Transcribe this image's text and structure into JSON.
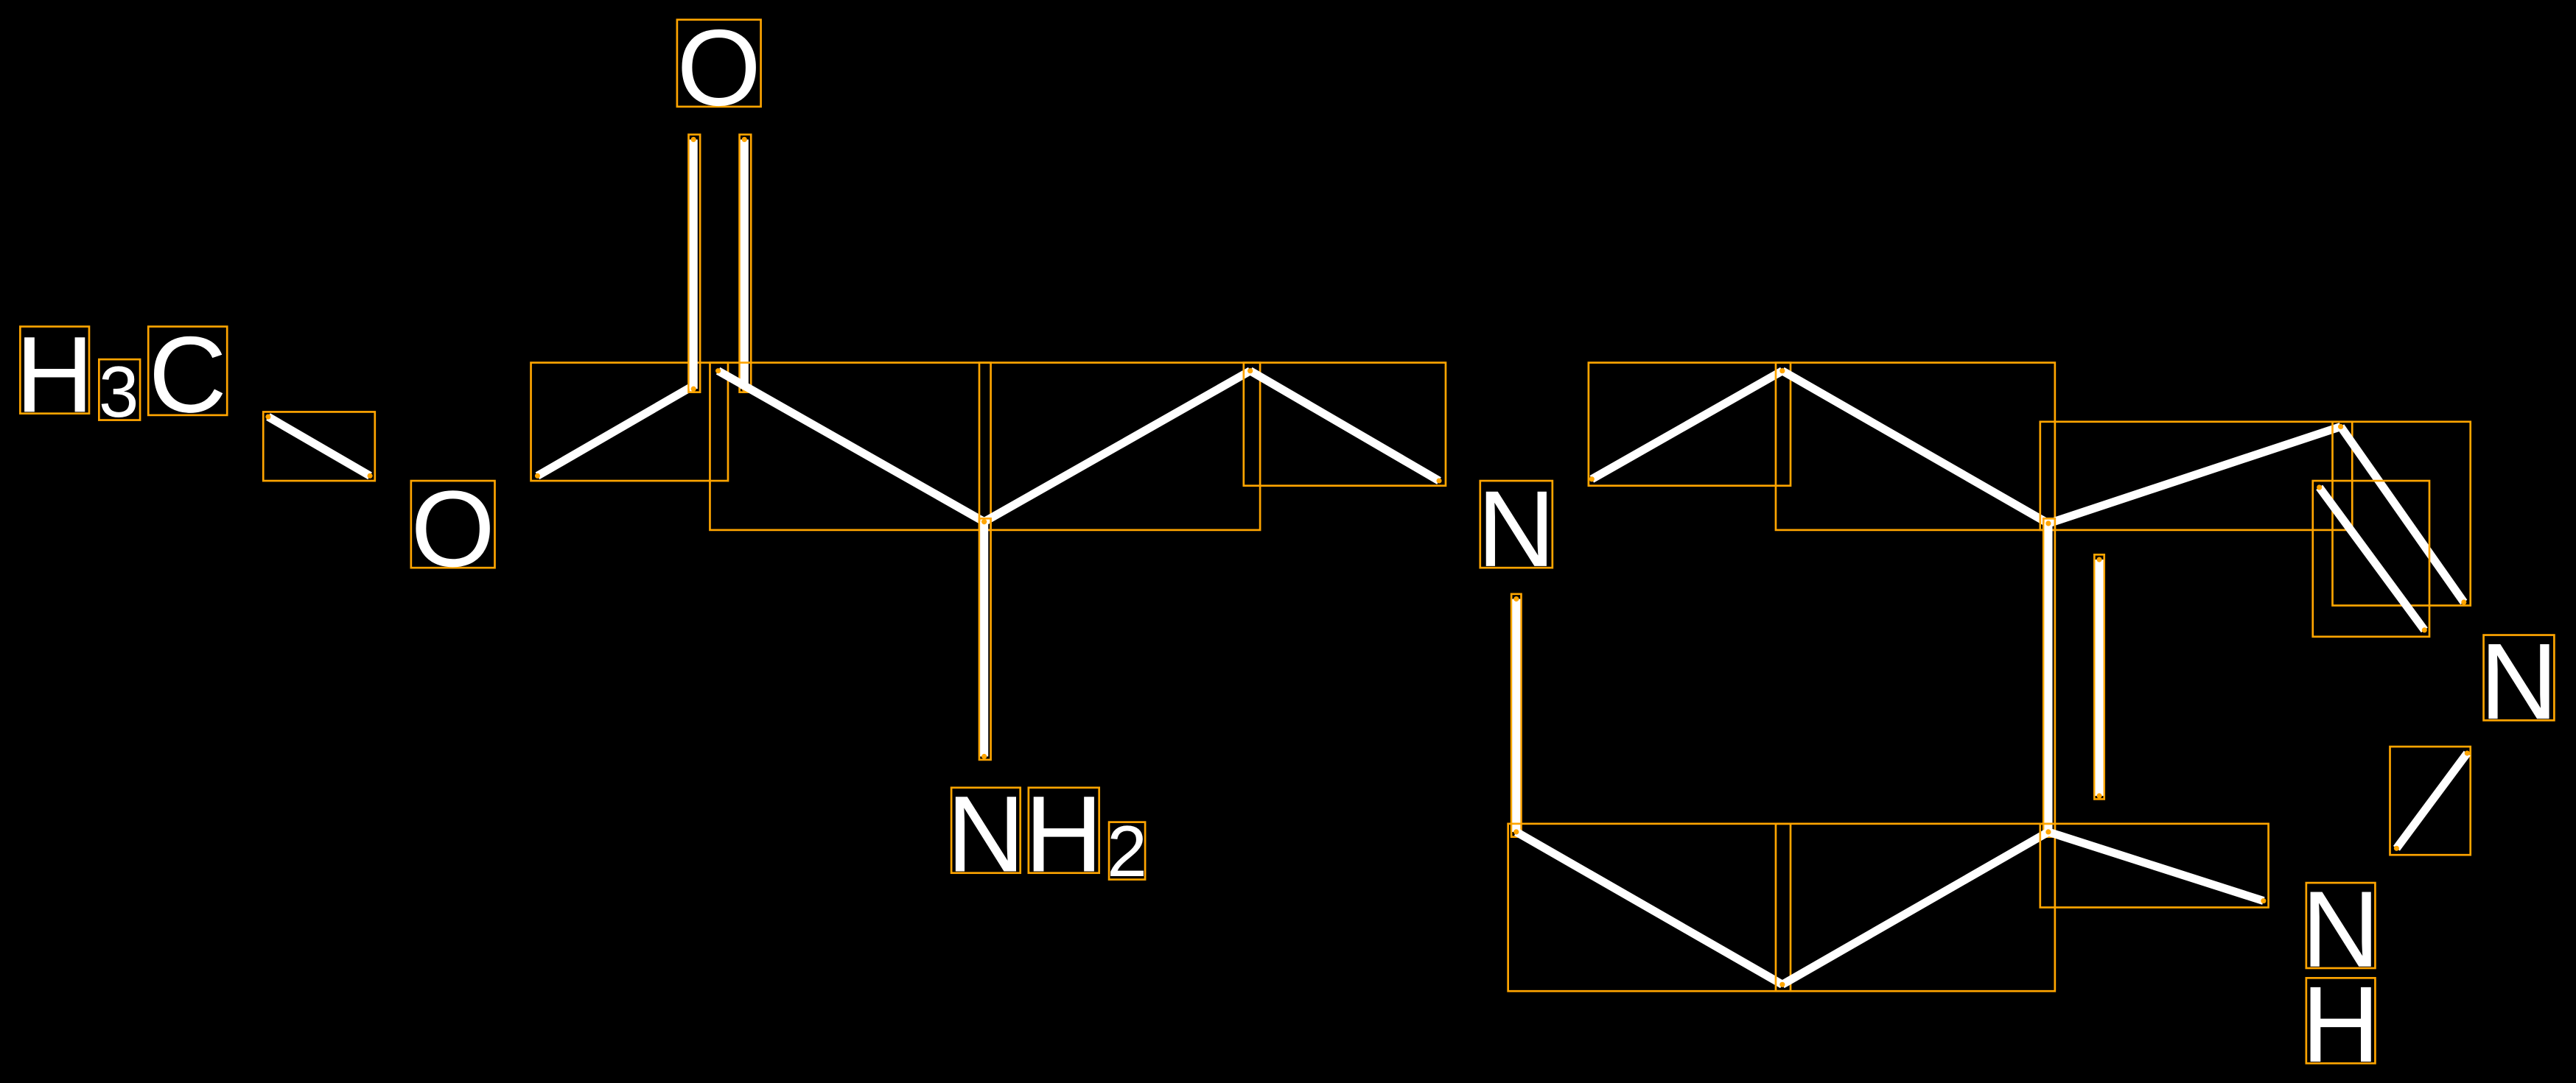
{
  "diagram": {
    "type": "chemical-structure",
    "colors": {
      "background": "#000000",
      "bond": "#FFFFFF",
      "annotation_box": "#FFA500"
    },
    "atom_labels": {
      "h3c_h": "H",
      "h3c_3": "3",
      "h3c_c": "C",
      "ester_o": "O",
      "carbonyl_o": "O",
      "nh2_n": "N",
      "nh2_h": "H",
      "nh2_2": "2",
      "ring_n": "N",
      "pyrazole_n": "N",
      "nh_n": "N",
      "nh_h": "H"
    }
  }
}
